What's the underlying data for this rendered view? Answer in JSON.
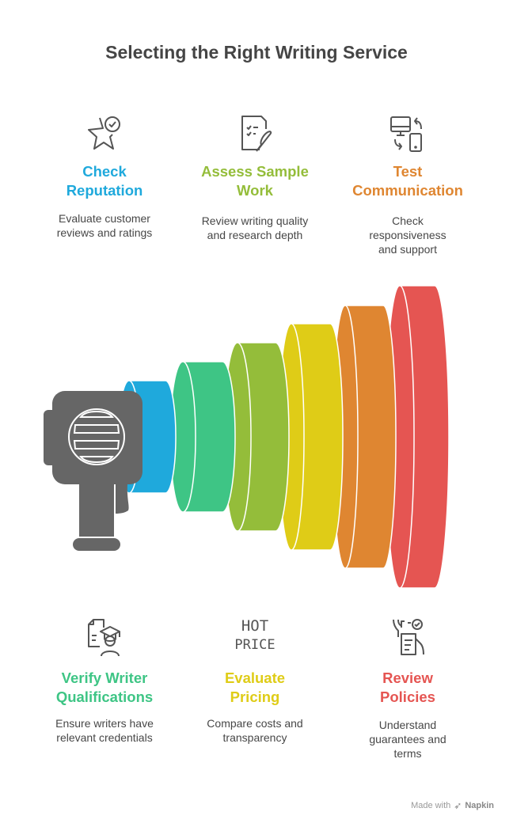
{
  "title": "Selecting the Right Writing Service",
  "top_items": [
    {
      "heading_line1": "Check",
      "heading_line2": "Reputation",
      "desc": "Evaluate customer reviews and ratings",
      "color": "#1fa9dc",
      "icon": "star-check-icon"
    },
    {
      "heading_line1": "Assess Sample",
      "heading_line2": "Work",
      "desc": "Review writing quality and research depth",
      "color": "#94bd3a",
      "icon": "document-quill-icon"
    },
    {
      "heading_line1": "Test",
      "heading_line2": "Communication",
      "desc": "Check responsiveness and support",
      "color": "#df8631",
      "icon": "devices-sync-icon"
    }
  ],
  "bottom_items": [
    {
      "heading_line1": "Verify Writer",
      "heading_line2": "Qualifications",
      "desc": "Ensure writers have relevant credentials",
      "color": "#3ec585",
      "icon": "graduate-document-icon"
    },
    {
      "heading_line1": "Evaluate",
      "heading_line2": "Pricing",
      "desc": "Compare costs and transparency",
      "color": "#dfcc17",
      "icon": "hot-price-icon",
      "icon_text_1": "HOT",
      "icon_text_2": "PRICE"
    },
    {
      "heading_line1": "Review",
      "heading_line2": "Policies",
      "desc": "Understand guarantees and terms",
      "color": "#e55552",
      "icon": "policy-check-icon"
    }
  ],
  "rings": [
    "#1fa9dc",
    "#3ec585",
    "#94bd3a",
    "#dfcc17",
    "#df8631",
    "#e55552"
  ],
  "footer": {
    "made_with": "Made with",
    "brand": "Napkin"
  }
}
